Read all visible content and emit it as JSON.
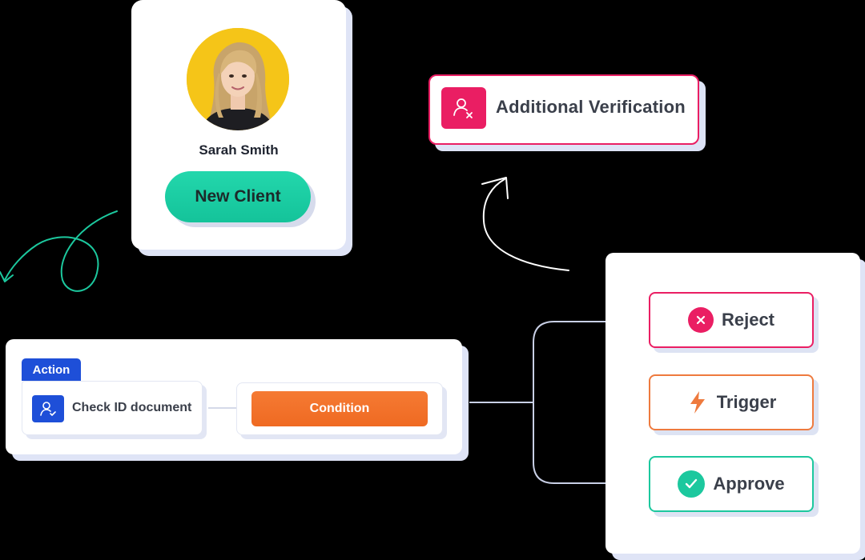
{
  "profile": {
    "name": "Sarah Smith",
    "badge": "New Client"
  },
  "verification": {
    "label": "Additional Verification",
    "icon": "user-x-icon",
    "color": "#ea1e63"
  },
  "workflow": {
    "action_tag": "Action",
    "action_label": "Check ID document",
    "action_icon": "user-check-icon",
    "condition_label": "Condition"
  },
  "outcomes": [
    {
      "label": "Reject",
      "icon": "x-circle-icon",
      "color": "#ea1e63"
    },
    {
      "label": "Trigger",
      "icon": "lightning-icon",
      "color": "#ee7a3e"
    },
    {
      "label": "Approve",
      "icon": "check-circle-icon",
      "color": "#1cc89e"
    }
  ],
  "colors": {
    "accent_blue": "#1e4fd8",
    "accent_green": "#1cc89e",
    "accent_orange": "#ef6a22",
    "accent_pink": "#ea1e63"
  }
}
